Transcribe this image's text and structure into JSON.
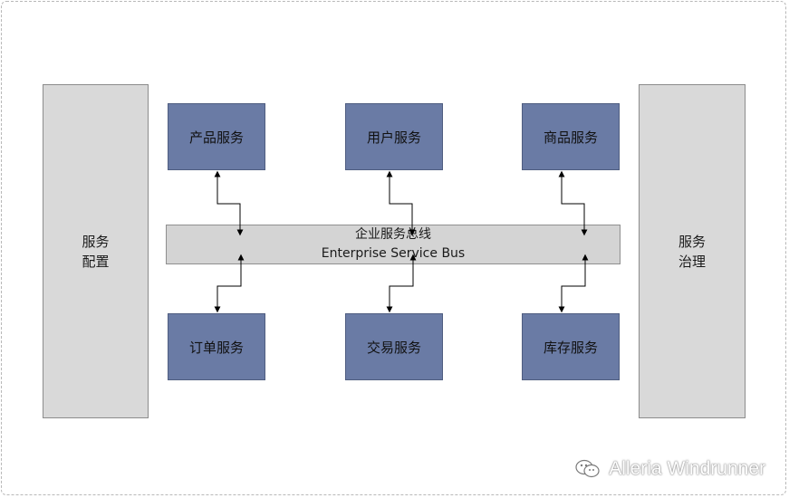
{
  "side_panels": {
    "left": {
      "line1": "服务",
      "line2": "配置"
    },
    "right": {
      "line1": "服务",
      "line2": "治理"
    }
  },
  "services_top": [
    "产品服务",
    "用户服务",
    "商品服务"
  ],
  "services_bottom": [
    "订单服务",
    "交易服务",
    "库存服务"
  ],
  "bus": {
    "title_cn": "企业服务总线",
    "title_en": "Enterprise Service Bus"
  },
  "watermark": {
    "text": "Alleria Windrunner",
    "icon": "wechat-icon"
  },
  "colors": {
    "service_box": "#6a7ba5",
    "panel": "#d9d9d9",
    "bus": "#d4d4d4",
    "connector": "#000000"
  }
}
